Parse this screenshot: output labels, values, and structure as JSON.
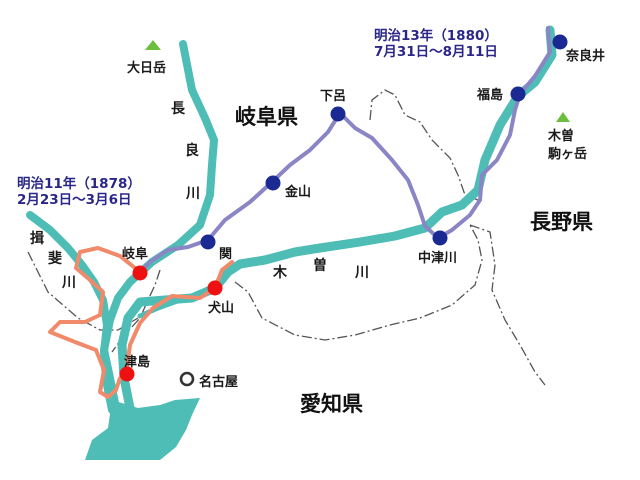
{
  "colors": {
    "river": "#4dbdb5",
    "route_1878": "#f08a6a",
    "route_1880": "#8a86c6",
    "stop_1878": "#ee1111",
    "stop_1880": "#1b2a93",
    "border": "#555555",
    "mountain": "#6cbf3c",
    "date_text": "#2a2788"
  },
  "prefectures": {
    "gifu": "岐阜県",
    "nagano": "長野県",
    "aichi": "愛知県"
  },
  "rivers": {
    "nagara": [
      "長",
      "良",
      "川"
    ],
    "kiso": [
      "木",
      "曽",
      "川"
    ],
    "ibi": [
      "揖",
      "斐",
      "川"
    ]
  },
  "mountains": {
    "dainichi": "大日岳",
    "komagatake_line1": "木曽",
    "komagatake_line2": "駒ヶ岳"
  },
  "routes": {
    "trip_1878": {
      "line1": "明治11年（1878）",
      "line2": "2月23日〜3月6日"
    },
    "trip_1880": {
      "line1": "明治13年（1880）",
      "line2": "7月31日〜8月11日"
    }
  },
  "places": {
    "gifu": "岐阜",
    "inuyama": "犬山",
    "tsushima": "津島",
    "nagoya": "名古屋",
    "seki": "関",
    "kaneyama": "金山",
    "gero": "下呂",
    "nakatsugawa": "中津川",
    "fukushima": "福島",
    "narai": "奈良井"
  }
}
